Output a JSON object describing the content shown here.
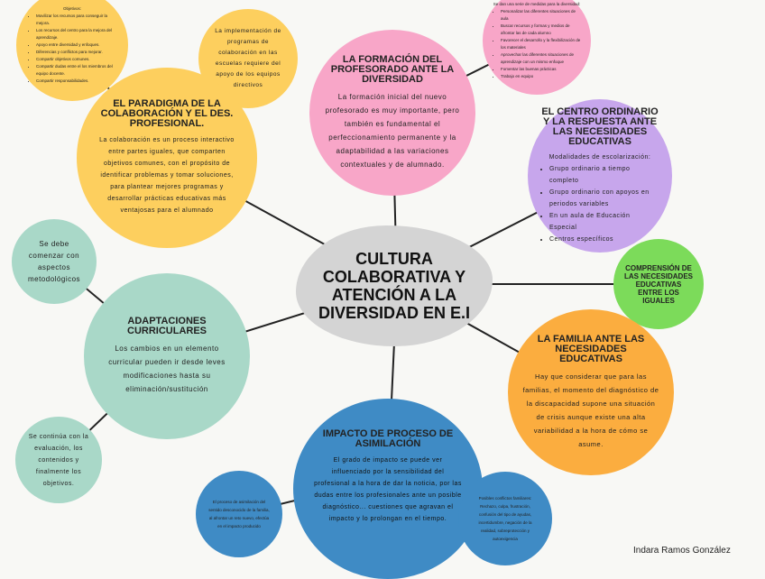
{
  "center": "CULTURA COLABORATIVA Y ATENCIÓN A LA DIVERSIDAD EN E.I",
  "objetivos": {
    "heading": "Objetivos:",
    "items": [
      "Movilizar los recursos para conseguir la mejora.",
      "Los recursos del centro para la mejora del aprendizaje.",
      "Apoyo entre diversidad y enfoques.",
      "Diferencias y conflictos para mejorar.",
      "Compartir objetivos comunes.",
      "Compartir dudas entre el los miembros del equipo docente.",
      "Compartir responsabilidades."
    ]
  },
  "implementacion": "La implementación de programas de colaboración en las escuelas requiere del apoyo de los equipos directivos",
  "paradigma": {
    "title": "EL PARADIGMA DE LA COLABORACIÓN Y EL DES. PROFESIONAL.",
    "body": "La colaboración es un proceso interactivo entre partes iguales, que comparten objetivos comunes, con el propósito de identificar problemas y tomar soluciones, para plantear mejores programas y desarrollar prácticas educativas más ventajosas para el alumnado"
  },
  "formacion": {
    "title": "LA FORMACIÓN DEL PROFESORADO ANTE LA DIVERSIDAD",
    "body": "La formación inicial del nuevo profesorado es muy importante, pero también es fundamental el perfeccionamiento permanente y la adaptabilidad a las variaciones contextuales y de alumnado."
  },
  "medidas": {
    "heading": "Se dan una serie de medidas para la diversidad:",
    "items": [
      "Personalizar las diferentes situaciones de aula",
      "Buscar recursos y formas y medios de afrontar las de cada alumno",
      "Favorecer el desarrollo y la flexibilización de los materiales",
      "Aprovechar las diferentes situaciones de aprendizaje con un mismo enfoque",
      "Fomentar las buenas prácticas",
      "Trabajo en equipo"
    ]
  },
  "centro": {
    "title": "EL CENTRO ORDINARIO Y LA RESPUESTA ANTE LAS NECESIDADES EDUCATIVAS",
    "heading": "Modalidades de escolarización:",
    "items": [
      "Grupo ordinario a tiempo completo",
      "Grupo ordinario con apoyos en periodos variables",
      "En un aula de Educación Especial",
      "Centros específicos"
    ]
  },
  "comprension": "COMPRENSIÓN DE LAS NECESIDADES EDUCATIVAS ENTRE LOS IGUALES",
  "familia": {
    "title": "LA FAMILIA ANTE LAS NECESIDADES EDUCATIVAS",
    "body": "Hay que considerar que para las familias, el momento del diagnóstico de la discapacidad supone una situación de crisis aunque existe una alta variabilidad a la hora de cómo se asume."
  },
  "impacto": {
    "title": "IMPACTO DE PROCESO DE ASIMILACIÓN",
    "body": "El grado de impacto se puede ver influenciado por la sensibilidad del profesional a la hora de dar la noticia, por las dudas entre los profesionales ante un posible diagnóstico... cuestiones que agravan el impacto y lo prolongan en el tiempo."
  },
  "proceso": "El proceso de asimilación del sentido desconocido de la familia, al afrontar un reto nuevo, efectúa en el impacto producido",
  "conflictos": "Posibles conflictos familiares: Rechazo, culpa, frustración, confusión del tipo de ayudas, incertidumbre, negación de la realidad, sobreprotección y autoexigencia",
  "aspectos": "Se debe comenzar con aspectos metodológicos",
  "adaptaciones": {
    "title": "ADAPTACIONES CURRICULARES",
    "body": "Los cambios en un elemento curricular pueden ir desde leves modificaciones hasta su eliminación/sustitución"
  },
  "evaluacion": "Se continúa con la evaluación, los contenidos y finalmente los objetivos.",
  "author": "Indara Ramos González",
  "colors": {
    "yellow": "#fdcf5e",
    "pink": "#f8a6c8",
    "purple": "#c7a6ec",
    "green": "#7cdb5a",
    "orange": "#fbad3f",
    "blue": "#3f8bc5",
    "teal": "#a9d8c8",
    "center": "#d4d4d4"
  }
}
